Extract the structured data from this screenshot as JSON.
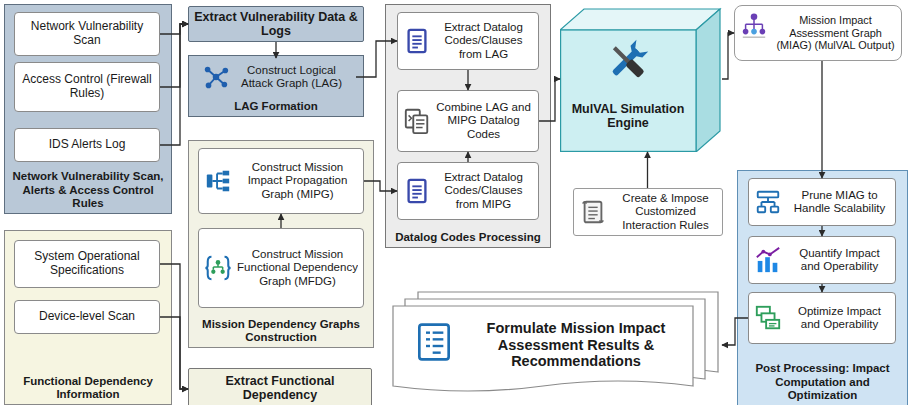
{
  "diagram": {
    "nodes": [
      {
        "text": [
          "Network Vulnerability Scan, Alerts & Access Control Rules"
        ]
      },
      {
        "text": [
          "Network Vulnerability Scan"
        ],
        "in": 0
      },
      {
        "text": [
          "Access Control (Firewall Rules)"
        ],
        "in": 0
      },
      {
        "text": [
          "IDS Alerts Log"
        ],
        "in": 0
      },
      {
        "text": [
          "Extract Vulnerability Data & Logs"
        ]
      },
      {
        "text": [
          "LAG Formation"
        ]
      },
      {
        "text": [
          "Construct Logical Attack Graph (LAG)"
        ],
        "in": 5
      },
      {
        "text": [
          "Datalog Codes Processing"
        ]
      },
      {
        "text": [
          "Extract Datalog Codes/Clauses from LAG"
        ],
        "in": 7
      },
      {
        "text": [
          "Combine LAG and MIPG Datalog Codes"
        ],
        "in": 7
      },
      {
        "text": [
          "Extract Datalog Codes/Clauses from MIPG"
        ],
        "in": 7
      },
      {
        "text": [
          "MulVAL Simulation Engine"
        ]
      },
      {
        "text": [
          "Create & Impose Customized Interaction Rules"
        ]
      },
      {
        "text": [
          "Mission Impact Assessment Graph (MIAG) (MulVAL Output)"
        ]
      },
      {
        "text": [
          "Post Processing: Impact Computation and Optimization"
        ]
      },
      {
        "text": [
          "Prune MIAG to Handle Scalability"
        ],
        "in": 14
      },
      {
        "text": [
          "Quantify Impact and Operability"
        ],
        "in": 14
      },
      {
        "text": [
          "Optimize Impact and Operability"
        ],
        "in": 14
      },
      {
        "text": [
          "Mission Dependency Graphs Construction"
        ]
      },
      {
        "text": [
          "Construct Mission Impact Propagation Graph (MIPG)"
        ],
        "in": 18
      },
      {
        "text": [
          "Construct Mission Functional Dependency Graph (MFDG)"
        ],
        "in": 18
      },
      {
        "text": [
          "Functional Dependency Information"
        ]
      },
      {
        "text": [
          "System Operational Specifications"
        ],
        "in": 21
      },
      {
        "text": [
          "Device-level Scan"
        ],
        "in": 21
      },
      {
        "text": [
          "Extract Functional Dependency"
        ]
      },
      {
        "text": [
          "Formulate Mission Impact Assessment Results & Recommendations"
        ]
      }
    ],
    "edges": [
      {
        "from": 1,
        "to": 4,
        "arrow": "to"
      },
      {
        "from": 2,
        "to": 4,
        "arrow": "to"
      },
      {
        "from": 3,
        "to": 4,
        "arrow": "to"
      },
      {
        "from": 4,
        "to": 6,
        "arrow": "to"
      },
      {
        "from": 6,
        "to": 8,
        "arrow": "to"
      },
      {
        "from": 8,
        "to": 9,
        "arrow": "to"
      },
      {
        "from": 10,
        "to": 9,
        "arrow": "to"
      },
      {
        "from": 20,
        "to": 19,
        "arrow": "to"
      },
      {
        "from": 19,
        "to": 10,
        "arrow": "to"
      },
      {
        "from": 9,
        "to": 11,
        "arrow": "to"
      },
      {
        "from": 12,
        "to": 11,
        "arrow": "to"
      },
      {
        "from": 11,
        "to": 13,
        "arrow": "to"
      },
      {
        "from": 13,
        "to": 15,
        "arrow": "to"
      },
      {
        "from": 15,
        "to": 16,
        "arrow": "to"
      },
      {
        "from": 16,
        "to": 17,
        "arrow": "to"
      },
      {
        "from": 17,
        "to": 25,
        "arrow": "to"
      },
      {
        "from": 22,
        "to": 24,
        "arrow": "to"
      },
      {
        "from": 23,
        "to": 24,
        "arrow": "to"
      }
    ]
  }
}
